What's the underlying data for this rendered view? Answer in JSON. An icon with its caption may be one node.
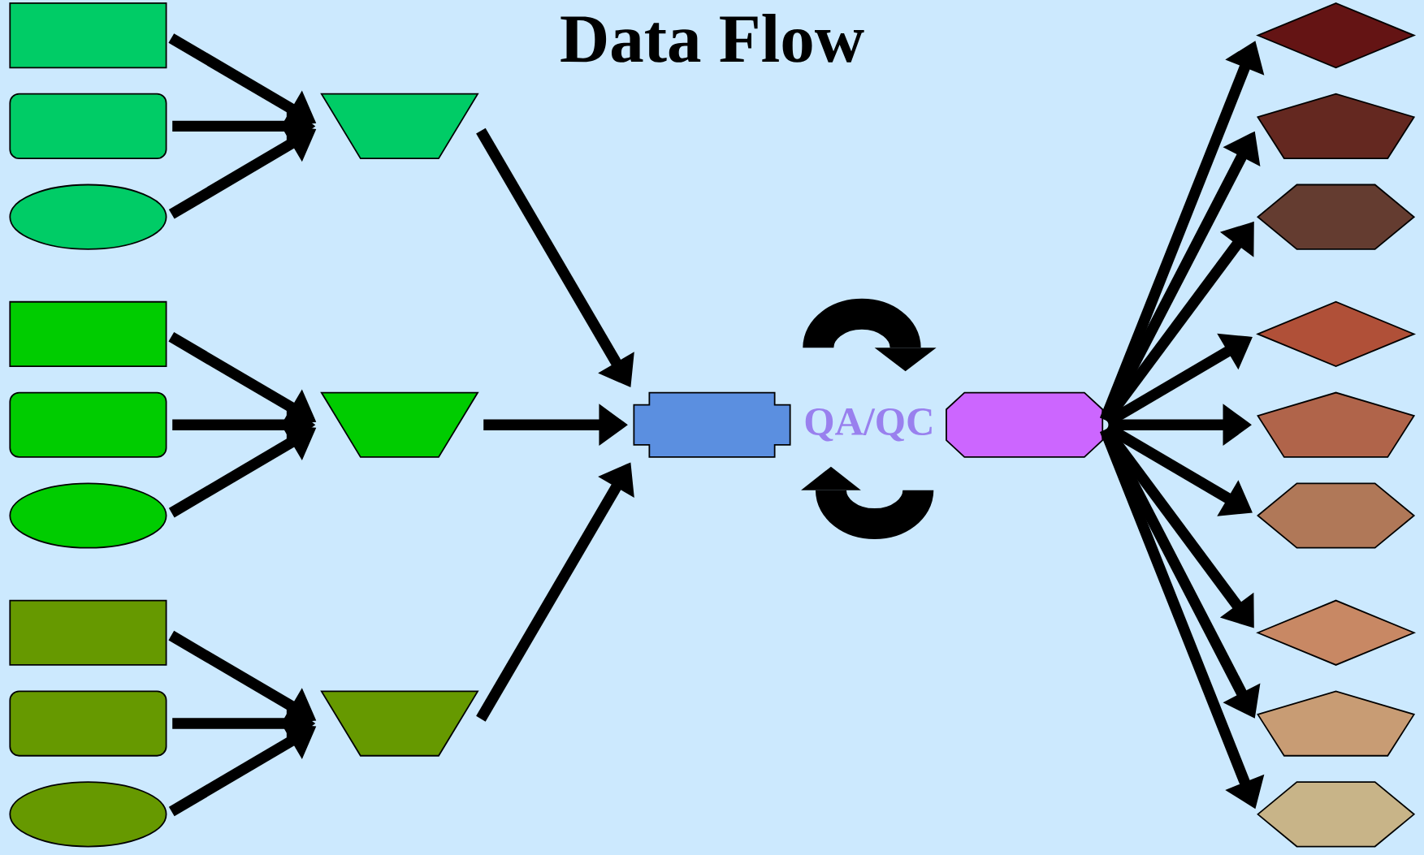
{
  "diagram": {
    "title": "Data Flow",
    "nodes": [
      {
        "text": [],
        "shape": "box"
      },
      {
        "text": [],
        "shape": "rounded-box"
      },
      {
        "text": [],
        "shape": "ellipse"
      },
      {
        "text": [],
        "shape": "box"
      },
      {
        "text": [],
        "shape": "rounded-box"
      },
      {
        "text": [],
        "shape": "ellipse"
      },
      {
        "text": [],
        "shape": "box"
      },
      {
        "text": [],
        "shape": "rounded-box"
      },
      {
        "text": [],
        "shape": "ellipse"
      },
      {
        "text": [],
        "shape": "trapezoid"
      },
      {
        "text": [],
        "shape": "trapezoid"
      },
      {
        "text": [],
        "shape": "trapezoid"
      },
      {
        "text": [],
        "shape": "cross"
      },
      {
        "text": [],
        "shape": "octagon"
      },
      {
        "text": [],
        "shape": "diamond"
      },
      {
        "text": [],
        "shape": "pentagon"
      },
      {
        "text": [],
        "shape": "hexagon"
      },
      {
        "text": [],
        "shape": "diamond"
      },
      {
        "text": [],
        "shape": "pentagon"
      },
      {
        "text": [],
        "shape": "hexagon"
      },
      {
        "text": [],
        "shape": "diamond"
      },
      {
        "text": [],
        "shape": "pentagon"
      },
      {
        "text": [],
        "shape": "hexagon"
      }
    ],
    "edges": [
      {
        "from": 0,
        "to": 9,
        "arrow": "to"
      },
      {
        "from": 1,
        "to": 9,
        "arrow": "to"
      },
      {
        "from": 2,
        "to": 9,
        "arrow": "to"
      },
      {
        "from": 3,
        "to": 10,
        "arrow": "to"
      },
      {
        "from": 4,
        "to": 10,
        "arrow": "to"
      },
      {
        "from": 5,
        "to": 10,
        "arrow": "to"
      },
      {
        "from": 6,
        "to": 11,
        "arrow": "to"
      },
      {
        "from": 7,
        "to": 11,
        "arrow": "to"
      },
      {
        "from": 8,
        "to": 11,
        "arrow": "to"
      },
      {
        "from": 9,
        "to": 12,
        "arrow": "to"
      },
      {
        "from": 10,
        "to": 12,
        "arrow": "to"
      },
      {
        "from": 11,
        "to": 12,
        "arrow": "to"
      },
      {
        "from": 13,
        "to": 14,
        "arrow": "to"
      },
      {
        "from": 13,
        "to": 15,
        "arrow": "to"
      },
      {
        "from": 13,
        "to": 16,
        "arrow": "to"
      },
      {
        "from": 13,
        "to": 17,
        "arrow": "to"
      },
      {
        "from": 13,
        "to": 18,
        "arrow": "to"
      },
      {
        "from": 13,
        "to": 19,
        "arrow": "to"
      },
      {
        "from": 13,
        "to": 20,
        "arrow": "to"
      },
      {
        "from": 13,
        "to": 21,
        "arrow": "to"
      },
      {
        "from": 13,
        "to": 22,
        "arrow": "to"
      }
    ],
    "labels": [
      "QA/QC"
    ]
  }
}
